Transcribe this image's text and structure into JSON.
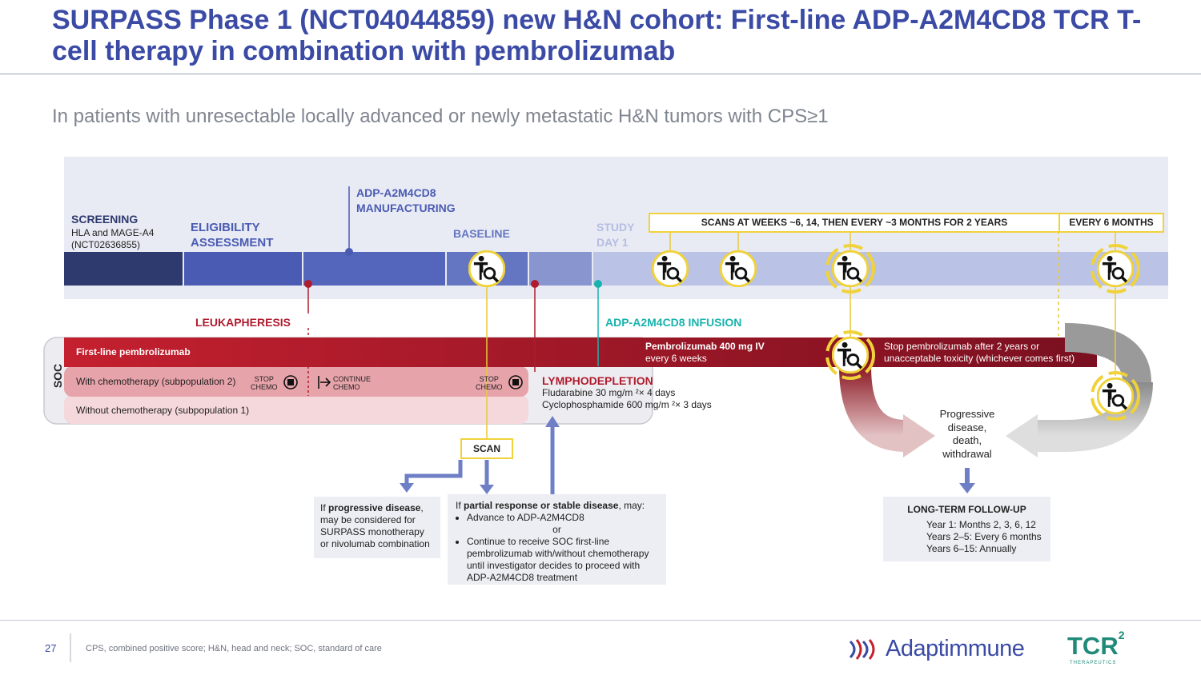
{
  "title": "SURPASS Phase 1 (NCT04044859) new H&N cohort: First-line ADP-A2M4CD8 TCR T-cell therapy in combination with pembrolizumab",
  "subtitle": "In patients with unresectable locally advanced or newly metastatic H&N tumors with CPS≥1",
  "timeline": {
    "screening_title": "SCREENING",
    "screening_line1": "HLA and MAGE-A4",
    "screening_line2": "(NCT02636855)",
    "eligibility_line1": "ELIGIBILITY",
    "eligibility_line2": "ASSESSMENT",
    "manufacturing_line1": "ADP-A2M4CD8",
    "manufacturing_line2": "MANUFACTURING",
    "baseline": "BASELINE",
    "study_day_line1": "STUDY",
    "study_day_line2": "DAY 1",
    "scans_label": "SCANS AT WEEKS ~6, 14, THEN EVERY ~3 MONTHS FOR 2 YEARS",
    "every6_label": "EVERY 6 MONTHS",
    "leukapheresis": "LEUKAPHERESIS",
    "infusion": "ADP-A2M4CD8 INFUSION"
  },
  "soc": {
    "side_label": "SOC",
    "row1": "First-line pembrolizumab",
    "row2": "With chemotherapy (subpopulation 2)",
    "row3": "Without chemotherapy (subpopulation 1)",
    "stop_line1": "STOP",
    "stop_line2": "CHEMO",
    "continue_line1": "CONTINUE",
    "continue_line2": "CHEMO"
  },
  "pembro": {
    "line1": "Pembrolizumab 400 mg IV",
    "line2": "every 6 weeks",
    "stop_line1": "Stop pembrolizumab after 2 years or",
    "stop_line2": "unacceptable toxicity (whichever comes first)"
  },
  "lymphodepletion": {
    "title": "LYMPHODEPLETION",
    "line1": "Fludarabine 30 mg/m ²× 4 days",
    "line2": "Cyclophosphamide 600 mg/m ²× 3 days"
  },
  "scan_label": "SCAN",
  "progressive_box": {
    "prefix": "If ",
    "bold": "progressive disease",
    "line1_suffix": ",",
    "line2": "may be considered for",
    "line3": "SURPASS monotherapy",
    "line4": "or nivolumab combination"
  },
  "partial_box": {
    "prefix": "If ",
    "bold": "partial response or stable disease",
    "suffix": ", may:",
    "bullet1": "Advance to ADP-A2M4CD8",
    "or": "or",
    "bullet2_line1": "Continue to receive SOC first-line",
    "bullet2_line2": "pembrolizumab with/without chemotherapy",
    "bullet2_line3": "until investigator decides to proceed with",
    "bullet2_line4": "ADP-A2M4CD8 treatment"
  },
  "outcome": {
    "line1": "Progressive",
    "line2": "disease,",
    "line3": "death,",
    "line4": "withdrawal"
  },
  "followup": {
    "title": "LONG-TERM FOLLOW-UP",
    "line1": "Year 1: Months 2, 3, 6, 12",
    "line2": "Years 2–5: Every 6 months",
    "line3": "Years 6–15: Annually"
  },
  "footer": {
    "page": "27",
    "note": "CPS, combined positive score; H&N, head and neck; SOC, standard of care",
    "logo1": "Adaptimmune",
    "logo2": "TCR",
    "logo2_sup": "2",
    "logo2_sub": "THERAPEUTICS"
  },
  "colors": {
    "title": "#3a4aa5",
    "navy": "#2e3a6e",
    "blue": "#4a5bb3",
    "red": "#b01c2e",
    "teal": "#18b3ad",
    "yellow": "#f0d23a",
    "grey": "#8a8a8a"
  },
  "icons": [
    "patient-scan-icon",
    "stop-icon",
    "continue-arrow-icon",
    "calendar-icon",
    "cycle-arrows-icon"
  ]
}
